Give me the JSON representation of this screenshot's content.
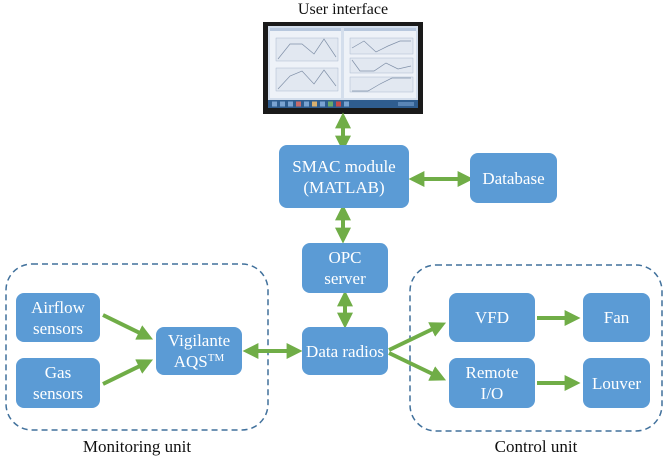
{
  "title": "User interface",
  "colors": {
    "box_fill": "#5b9bd5",
    "box_text": "#ffffff",
    "arrow": "#70ad47",
    "group_border": "#41719c"
  },
  "nodes": {
    "user_interface": {
      "label": "User interface"
    },
    "smac": {
      "line1": "SMAC module",
      "line2": "(MATLAB)"
    },
    "database": {
      "line1": "Database"
    },
    "opc": {
      "line1": "OPC",
      "line2": "server"
    },
    "data_radios": {
      "line1": "Data radios"
    },
    "vigilante": {
      "line1": "Vigilante",
      "line2": "AQS",
      "sup": "TM"
    },
    "airflow": {
      "line1": "Airflow",
      "line2": "sensors"
    },
    "gas": {
      "line1": "Gas",
      "line2": "sensors"
    },
    "vfd": {
      "line1": "VFD"
    },
    "remote_io": {
      "line1": "Remote",
      "line2": "I/O"
    },
    "fan": {
      "line1": "Fan"
    },
    "louver": {
      "line1": "Louver"
    }
  },
  "groups": {
    "monitoring": {
      "label": "Monitoring unit"
    },
    "control": {
      "label": "Control unit"
    }
  },
  "edges": [
    {
      "from": "user_interface",
      "to": "smac",
      "type": "bidirectional"
    },
    {
      "from": "smac",
      "to": "database",
      "type": "bidirectional"
    },
    {
      "from": "smac",
      "to": "opc",
      "type": "bidirectional"
    },
    {
      "from": "opc",
      "to": "data_radios",
      "type": "bidirectional"
    },
    {
      "from": "vigilante",
      "to": "data_radios",
      "type": "bidirectional"
    },
    {
      "from": "airflow",
      "to": "vigilante",
      "type": "directed"
    },
    {
      "from": "gas",
      "to": "vigilante",
      "type": "directed"
    },
    {
      "from": "data_radios",
      "to": "vfd",
      "type": "directed"
    },
    {
      "from": "data_radios",
      "to": "remote_io",
      "type": "directed"
    },
    {
      "from": "vfd",
      "to": "fan",
      "type": "directed"
    },
    {
      "from": "remote_io",
      "to": "louver",
      "type": "directed"
    }
  ]
}
